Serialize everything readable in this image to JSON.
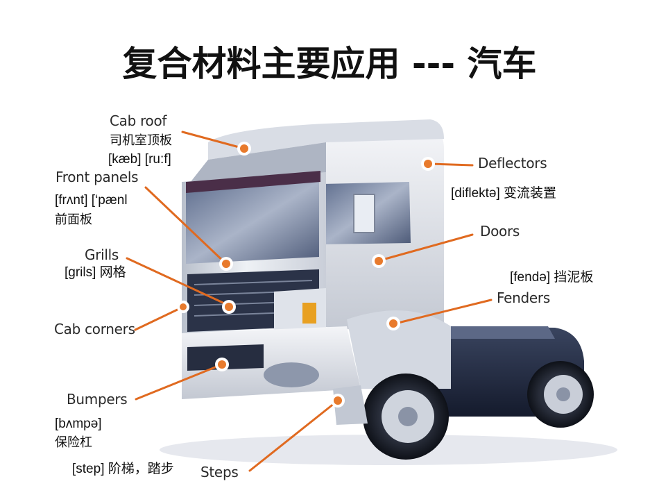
{
  "title": "复合材料主要应用 --- 汽车",
  "colors": {
    "leader": "#e06a20",
    "dot_outer": "#ffffff",
    "dot_inner": "#e87a2c"
  },
  "parts": {
    "cab_roof": "Cab roof",
    "front_panels": "Front panels",
    "grills": "Grills",
    "cab_corners": "Cab corners",
    "bumpers": "Bumpers",
    "steps": "Steps",
    "deflectors": "Deflectors",
    "doors": "Doors",
    "fenders": "Fenders"
  },
  "notes": {
    "cab_roof_cn": "司机室顶板",
    "cab_roof_ipa": "[kæb] [ru:f]",
    "front_panels_ipa": "[frʌnt] [‘pænl",
    "front_panels_cn": "前面板",
    "grills": "[grils]  网格",
    "bumpers_ipa": "[bʌmpə]",
    "bumpers_cn": "保险杠",
    "steps": "[step] 阶梯，踏步",
    "deflectors": "[diflektə] 变流装置",
    "fenders": "[fendə] 挡泥板"
  }
}
